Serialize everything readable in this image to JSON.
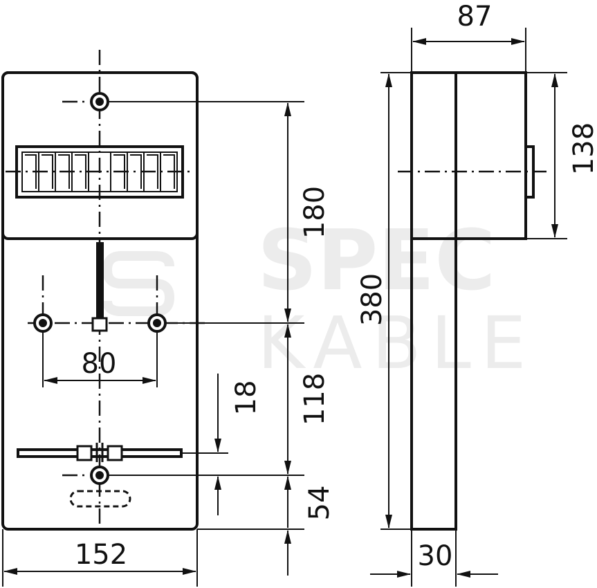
{
  "watermark": {
    "line1": "SPEC",
    "line2": "KABLE"
  },
  "dimensions": {
    "total_width": "152",
    "hole_spacing": "80",
    "upper_height": "180",
    "middle_height": "118",
    "lower_height": "54",
    "gap_height": "18",
    "total_height": "380",
    "total_depth": "87",
    "back_depth": "30",
    "window_height": "138"
  },
  "colors": {
    "line": "#111111",
    "watermark": "#ececec"
  }
}
